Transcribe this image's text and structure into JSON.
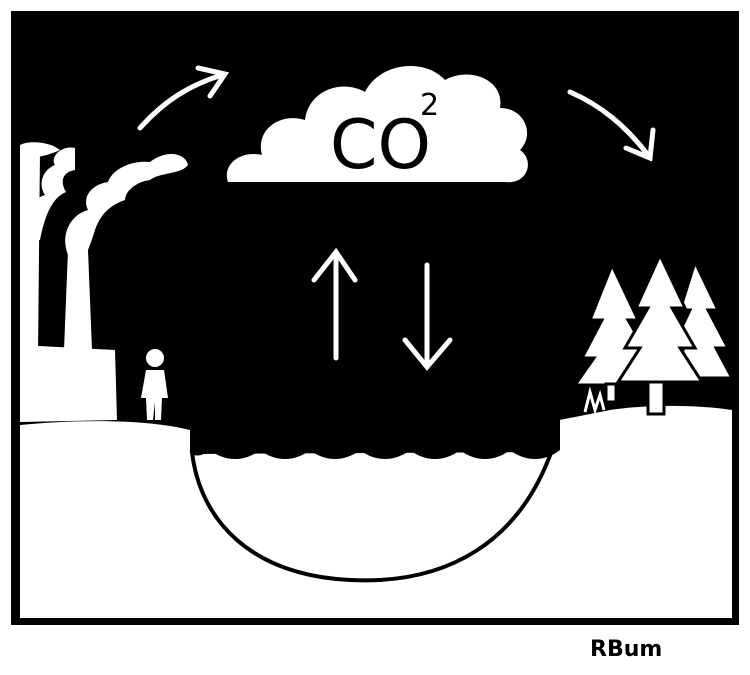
{
  "colors": {
    "ink": "#000000",
    "paper": "#ffffff"
  },
  "cloud": {
    "label_main": "CO",
    "label_sup": "2"
  },
  "signature": "RBum",
  "elements": {
    "factory": "factory-with-smokestacks",
    "person": "standing-person",
    "trees": "pine-trees",
    "lake": "water-body",
    "arrows": [
      "arrow-up",
      "arrow-down",
      "arrow-factory-to-cloud",
      "arrow-cloud-to-trees"
    ]
  }
}
